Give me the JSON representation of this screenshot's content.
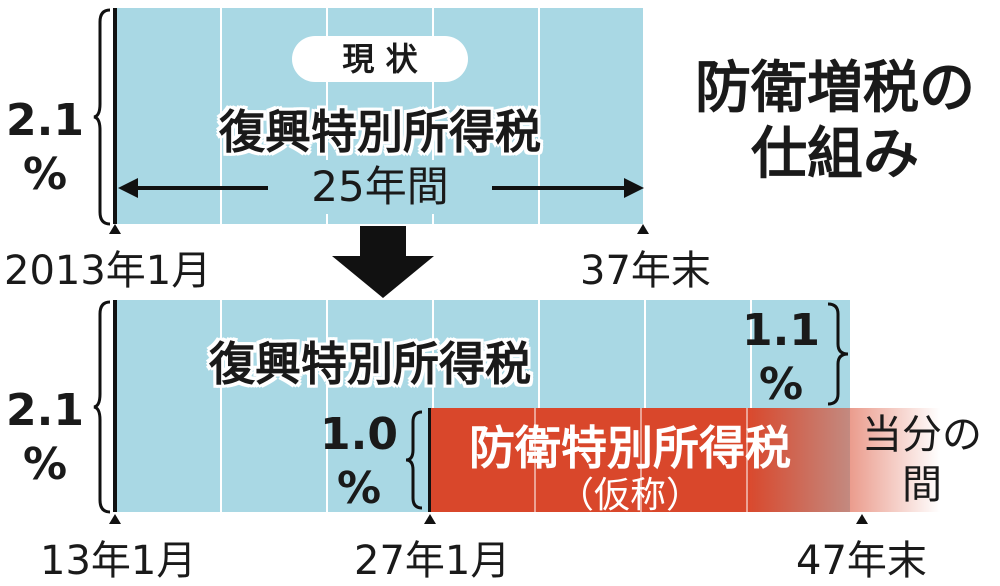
{
  "title": {
    "line1": "防衛増税の",
    "line2": "仕組み"
  },
  "top": {
    "badge": "現 状",
    "tax_name": "復興特別所得税",
    "duration": "25年間",
    "rate_line1": "2.1",
    "rate_line2": "%",
    "start_label": "2013年1月",
    "end_label": "37年末"
  },
  "bottom": {
    "tax_name": "復興特別所得税",
    "reconstruction_rate_line1": "1.1",
    "reconstruction_rate_line2": "%",
    "total_rate_line1": "2.1",
    "total_rate_line2": "%",
    "defense_rate_line1": "1.0",
    "defense_rate_line2": "%",
    "defense_tax_name": "防衛特別所得税",
    "defense_tax_note": "（仮称）",
    "period_line1": "当分の",
    "period_line2": "間",
    "start_label": "13年1月",
    "mid_label": "27年1月",
    "end_label": "47年末"
  },
  "colors": {
    "reconstruction_band": "#a9d8e4",
    "defense_band": "#d9472b",
    "arrow": "#111111"
  }
}
